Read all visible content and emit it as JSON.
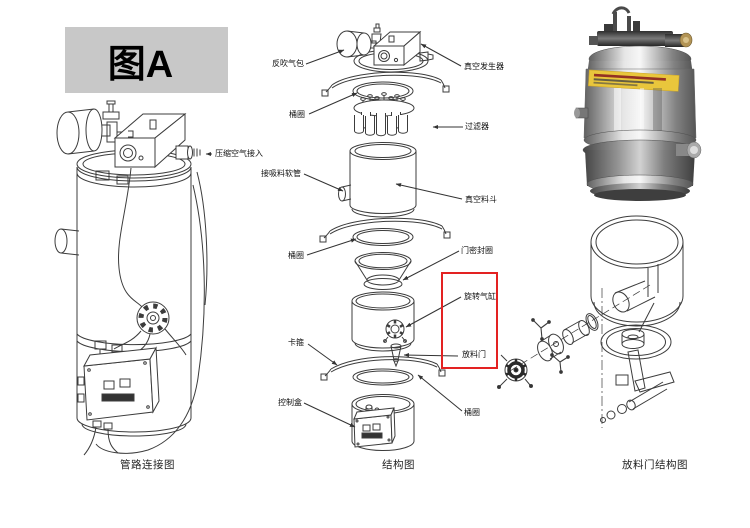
{
  "figure_label": "图A",
  "colors": {
    "highlight_red": "#e32222",
    "badge_bg": "#c8c8c8"
  },
  "panels": {
    "left": {
      "caption": "管路连接图",
      "labels": [
        {
          "text": "压缩空气接入"
        }
      ]
    },
    "middle": {
      "caption": "结构图",
      "labels": [
        {
          "text": "反吹气包"
        },
        {
          "text": "真空发生器"
        },
        {
          "text": "桶圈"
        },
        {
          "text": "过滤器"
        },
        {
          "text": "接吸料软管"
        },
        {
          "text": "真空料斗"
        },
        {
          "text": "桶圈"
        },
        {
          "text": "门密封圈"
        },
        {
          "text": "旋转气缸"
        },
        {
          "text": "卡箍"
        },
        {
          "text": "放料门"
        },
        {
          "text": "控制盒"
        },
        {
          "text": "桶圈"
        }
      ]
    },
    "right": {
      "caption": "放料门结构图"
    }
  }
}
